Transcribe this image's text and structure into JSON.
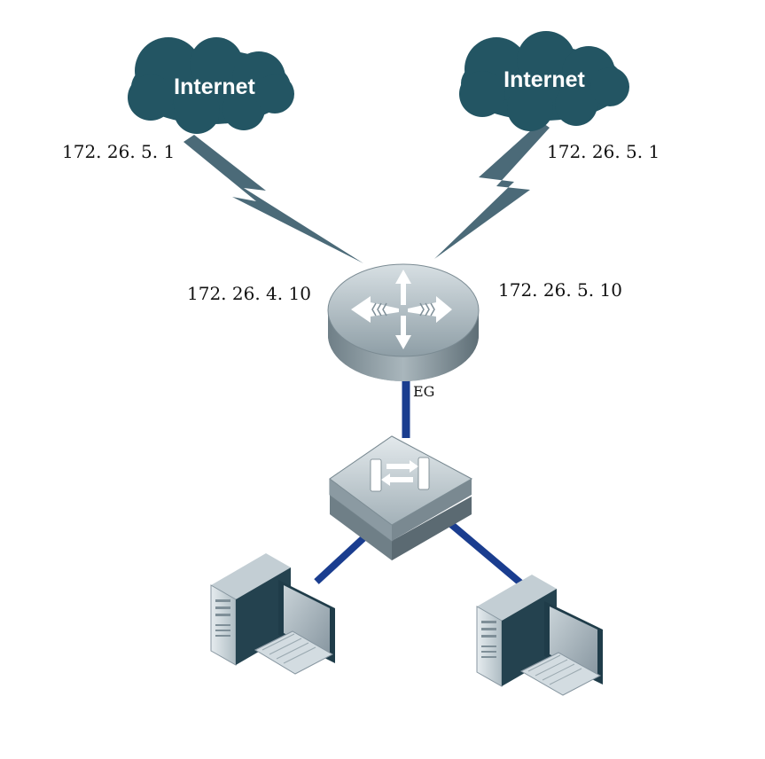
{
  "clouds": {
    "left": {
      "label": "Internet"
    },
    "right": {
      "label": "Internet"
    }
  },
  "ip_labels": {
    "left_isp": "172. 26. 5. 1",
    "right_isp": "172. 26. 5. 1",
    "router_left": "172. 26. 4. 10",
    "router_right": "172. 26. 5. 10"
  },
  "router": {
    "label": "EG"
  },
  "colors": {
    "cloud": "#235563",
    "wan_link": "#4b6a78",
    "lan_link": "#1a3d8f",
    "device_body": "#9ba9b0",
    "device_dark": "#24424f"
  },
  "icons": {
    "router": "router-icon",
    "switch": "switch-icon",
    "pc_left": "desktop-computer-icon",
    "pc_right": "desktop-computer-icon"
  }
}
